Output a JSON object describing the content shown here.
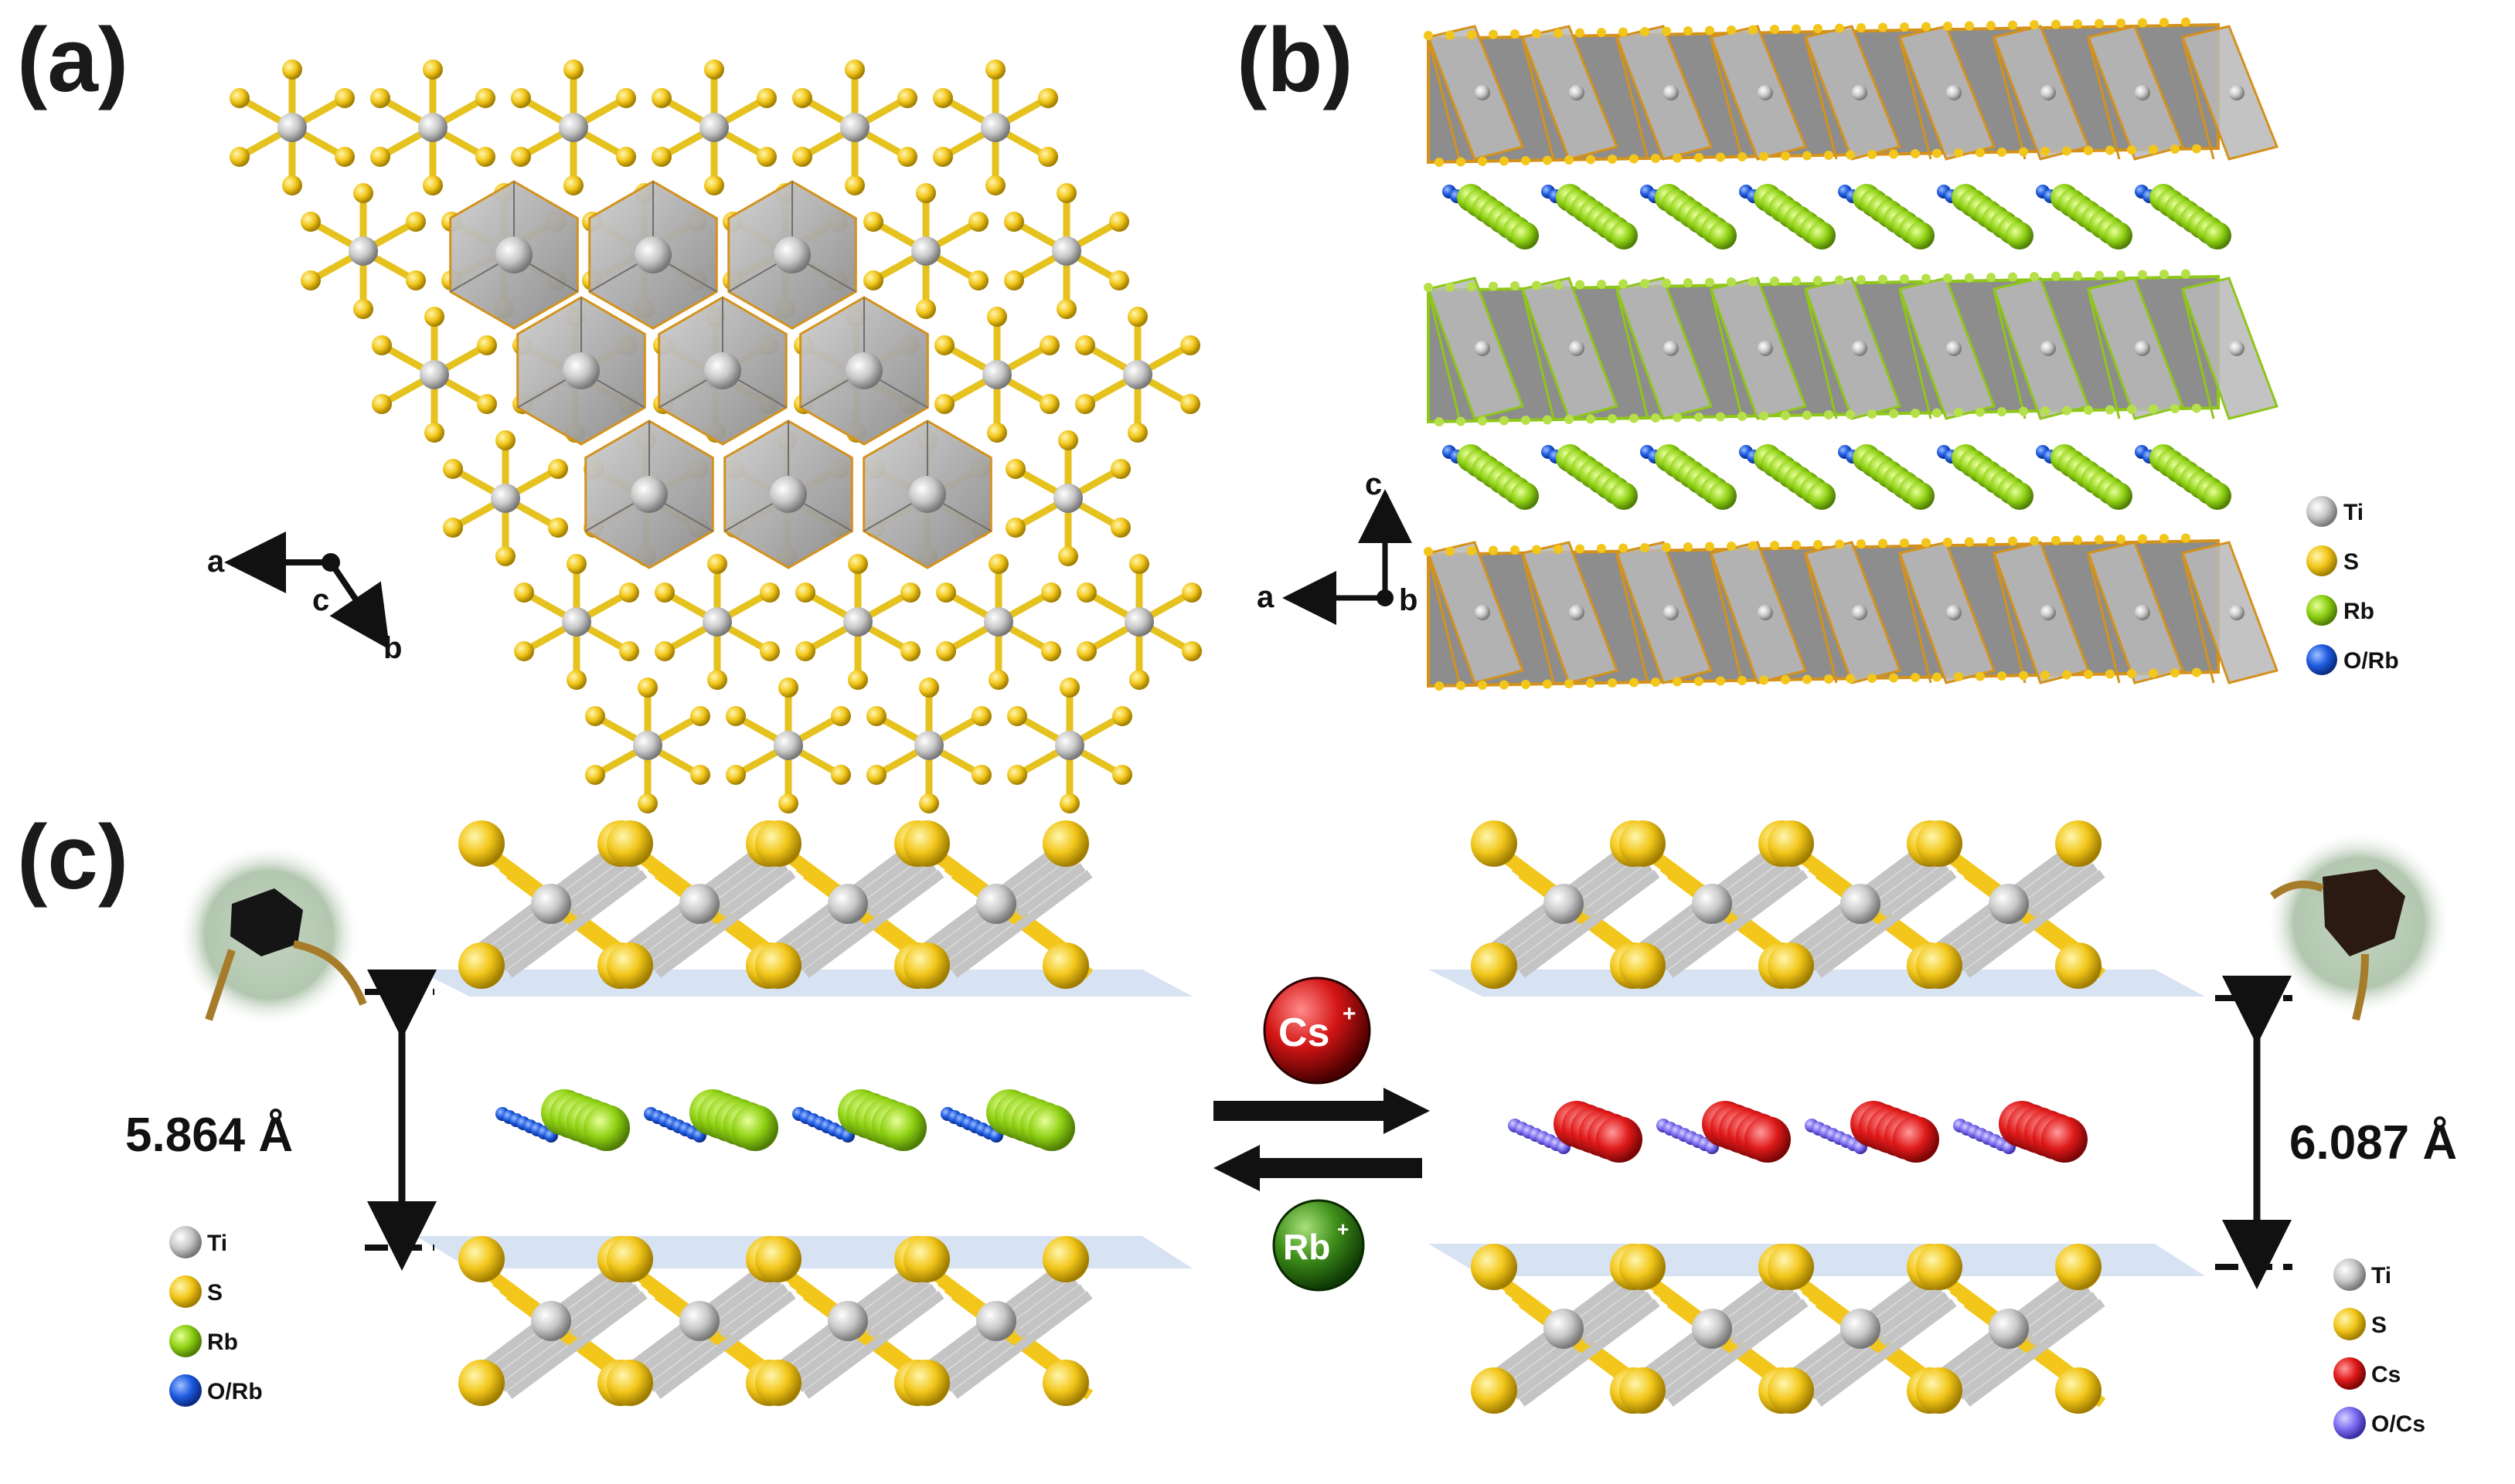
{
  "panels": {
    "a": {
      "label": "(a)",
      "axes": {
        "a": "a",
        "b": "b",
        "c": "c"
      }
    },
    "b": {
      "label": "(b)",
      "axes": {
        "a": "a",
        "b": "b",
        "c": "c"
      },
      "legend": [
        {
          "label": "Ti",
          "color": "#c8c8c8"
        },
        {
          "label": "S",
          "color": "#f2c61a"
        },
        {
          "label": "Rb",
          "color": "#8fd114"
        },
        {
          "label": "O/Rb",
          "color": "#1e5be0"
        }
      ]
    },
    "c": {
      "label": "(c)",
      "left_distance": "5.864 Å",
      "right_distance": "6.087 Å",
      "forward_ion": {
        "symbol": "Cs",
        "charge": "+",
        "color": "#d41515"
      },
      "reverse_ion": {
        "symbol": "Rb",
        "charge": "+",
        "color": "#3f8f1a"
      },
      "left_legend": [
        {
          "label": "Ti",
          "color": "#c8c8c8"
        },
        {
          "label": "S",
          "color": "#f2c61a"
        },
        {
          "label": "Rb",
          "color": "#8fd114"
        },
        {
          "label": "O/Rb",
          "color": "#1e5be0"
        }
      ],
      "right_legend": [
        {
          "label": "Ti",
          "color": "#c8c8c8"
        },
        {
          "label": "S",
          "color": "#f2c61a"
        },
        {
          "label": "Cs",
          "color": "#e01a1a"
        },
        {
          "label": "O/Cs",
          "color": "#7b6cf0"
        }
      ]
    }
  },
  "colors": {
    "ti": "#c8c8c8",
    "s": "#f2c61a",
    "rb": "#8fd114",
    "o": "#1e5be0",
    "cs": "#e01a1a",
    "o_cs": "#7b6cf0",
    "octahedron": "#9a9a9a",
    "octahedron_edge": "#d4921c",
    "layer_plane": "#c9d8ef"
  }
}
